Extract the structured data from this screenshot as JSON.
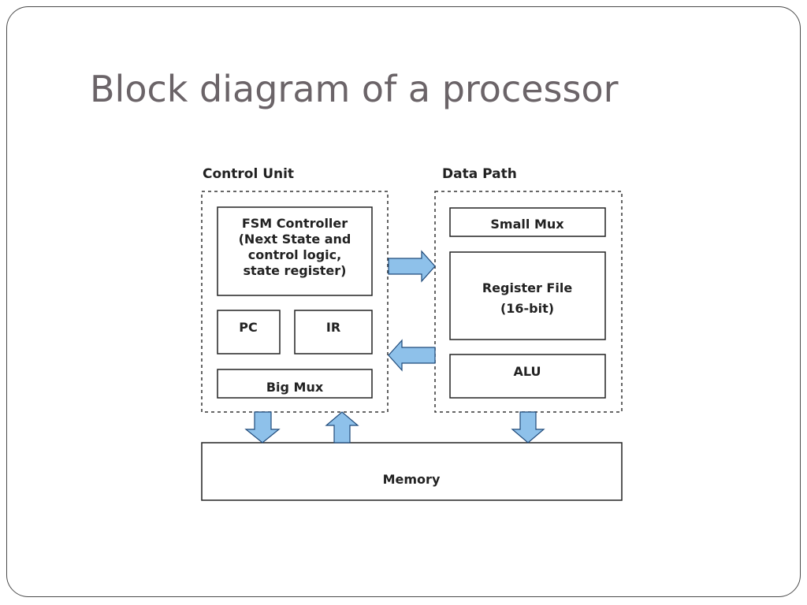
{
  "slide": {
    "title": "Block diagram of a processor"
  },
  "diagram": {
    "control_unit": {
      "label": "Control Unit",
      "fsm_controller": [
        "FSM Controller",
        "(Next State and",
        "control logic,",
        "state register)"
      ],
      "pc": "PC",
      "ir": "IR",
      "big_mux": "Big Mux"
    },
    "data_path": {
      "label": "Data Path",
      "small_mux": "Small Mux",
      "register_file": [
        "Register File",
        "(16-bit)"
      ],
      "alu": "ALU"
    },
    "memory": "Memory",
    "colors": {
      "arrow_fill": "#8ec1ea",
      "arrow_stroke": "#1f4a7a",
      "title": "#6b6468"
    }
  }
}
